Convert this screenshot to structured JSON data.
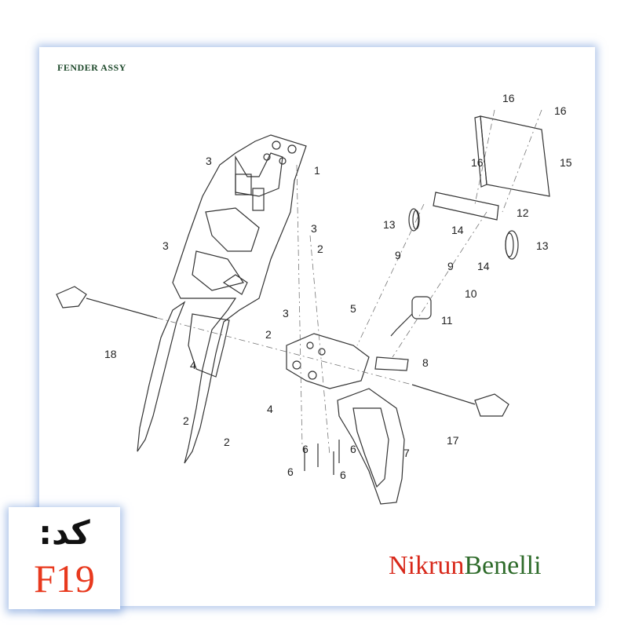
{
  "diagram": {
    "title": "FENDER ASSY",
    "callouts": [
      "16",
      "16",
      "15",
      "16",
      "12",
      "13",
      "14",
      "13",
      "9",
      "9",
      "14",
      "1",
      "3",
      "3",
      "2",
      "3",
      "10",
      "11",
      "3",
      "2",
      "5",
      "8",
      "18",
      "4",
      "2",
      "4",
      "2",
      "6",
      "6",
      "6",
      "6",
      "7",
      "17"
    ]
  },
  "code": {
    "label": "کد:",
    "value": "F19"
  },
  "brand": {
    "part1": "Nikrun",
    "part2": "Benelli"
  }
}
